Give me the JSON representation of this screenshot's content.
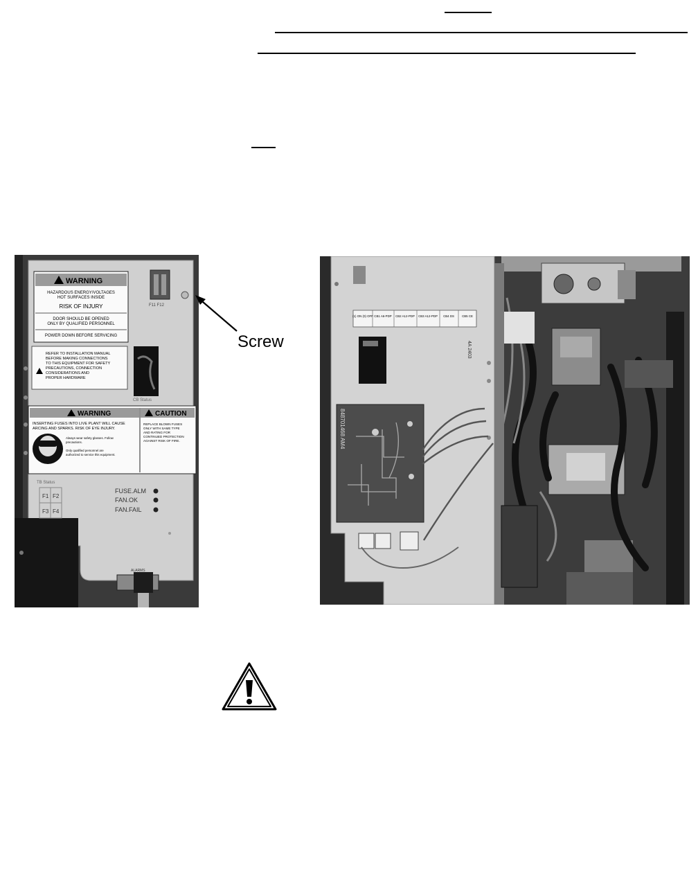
{
  "callout": {
    "label": "Screw"
  },
  "panel_left": {
    "warning_header": "WARNING",
    "warning_lines": [
      "HAZARDOUS ENERGY/VOLTAGES",
      "HOT SURFACES INSIDE",
      "RISK OF INJURY",
      "DOOR SHOULD BE OPENED",
      "ONLY BY QUALIFIED PERSONNEL",
      "POWER DOWN BEFORE SERVICING"
    ],
    "fuse_label": "F11  F12",
    "refer_lines": [
      "REFER TO INSTALLATION MANUAL",
      "BEFORE MAKING CONNECTIONS",
      "TO THIS EQUIPMENT FOR SAFETY",
      "PRECAUTIONS, CONNECTION",
      "CONSIDERATIONS AND",
      "PROPER HARDWARE"
    ],
    "cb_status": "CB Status",
    "warning2_header": "WARNING",
    "warning2_lines": [
      "INSERTING FUSES INTO LIVE PLANT WILL CAUSE",
      "ARCING AND SPARKS. RISK OF EYE INJURY."
    ],
    "warning2_notes": [
      "Always wear safety glasses. Follow",
      "precautions.",
      "Only qualified personnel are",
      "authorized to service this equipment."
    ],
    "caution_header": "CAUTION",
    "caution_lines": [
      "REPLACE BLOWN FUSES",
      "ONLY WITH SAME TYPE",
      "AND RATING FOR",
      "CONTINUED PROTECTION",
      "AGAINST RISK OF FIRE."
    ],
    "tb_status": "TB Status",
    "fuses": [
      "F1",
      "F2",
      "F3",
      "F4"
    ],
    "leds": [
      "FUSE.ALM",
      "FAN.OK",
      "FAN.FAIL"
    ],
    "alarms": "ALARMS"
  },
  "panel_right": {
    "cb_headers": [
      "(1) ON (0) OFF",
      "CB1 A6-PDP",
      "CB2 A12-PDP",
      "CB3 A12-PDP",
      "CB4 DS",
      "CB5 CE"
    ],
    "board_id": "848701468 AM4",
    "label_4a": "4A 2403"
  }
}
